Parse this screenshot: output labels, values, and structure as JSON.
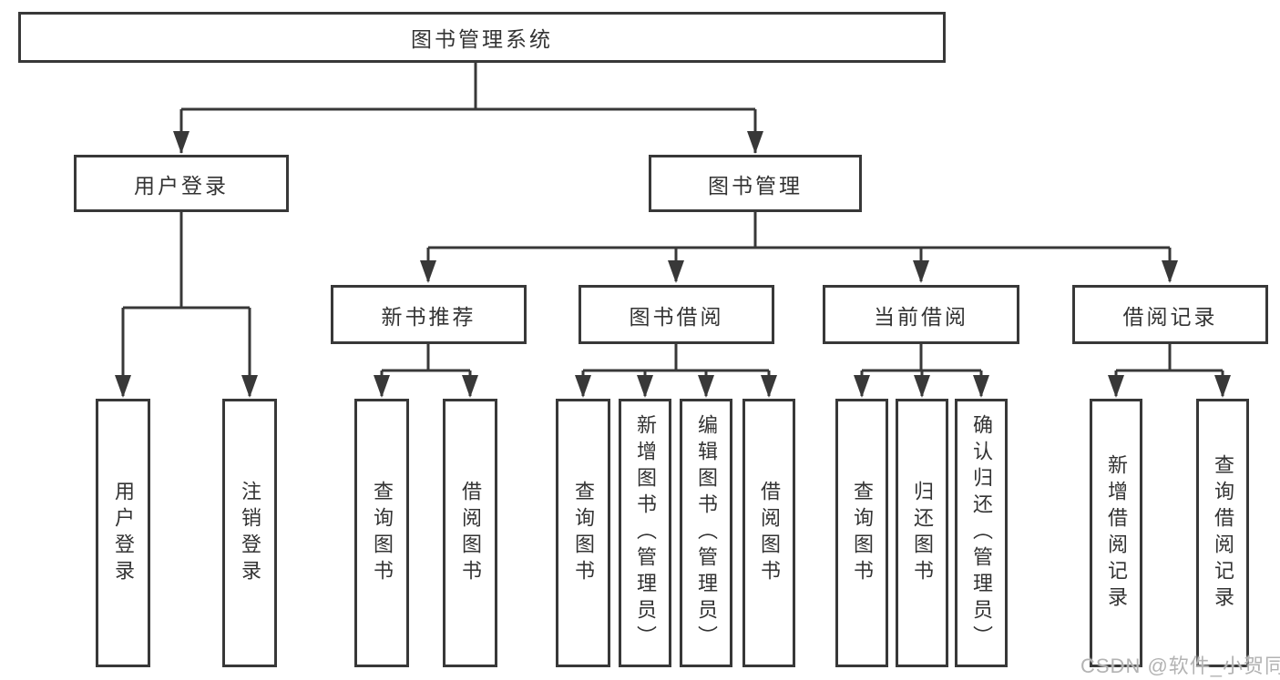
{
  "diagram": {
    "type": "hierarchy-tree",
    "colors": {
      "line": "#383838",
      "node_border": "#383838",
      "node_fill": "#ffffff",
      "text": "#333333",
      "watermark_text": "#b3b3b3",
      "background": "#ffffff"
    },
    "tree": {
      "label": "图书管理系统",
      "children": [
        {
          "label": "用户登录",
          "children": [
            {
              "label": "用户登录"
            },
            {
              "label": "注销登录"
            }
          ]
        },
        {
          "label": "图书管理",
          "children": [
            {
              "label": "新书推荐",
              "children": [
                {
                  "label": "查询图书"
                },
                {
                  "label": "借阅图书"
                }
              ]
            },
            {
              "label": "图书借阅",
              "children": [
                {
                  "label": "查询图书"
                },
                {
                  "label": "新增图书（管理员）"
                },
                {
                  "label": "编辑图书（管理员）"
                },
                {
                  "label": "借阅图书"
                }
              ]
            },
            {
              "label": "当前借阅",
              "children": [
                {
                  "label": "查询图书"
                },
                {
                  "label": "归还图书"
                },
                {
                  "label": "确认归还（管理员）"
                }
              ]
            },
            {
              "label": "借阅记录",
              "children": [
                {
                  "label": "新增借阅记录"
                },
                {
                  "label": "查询借阅记录"
                }
              ]
            }
          ]
        }
      ]
    },
    "watermark": {
      "text": "CSDN @软件_小贺同学"
    }
  }
}
